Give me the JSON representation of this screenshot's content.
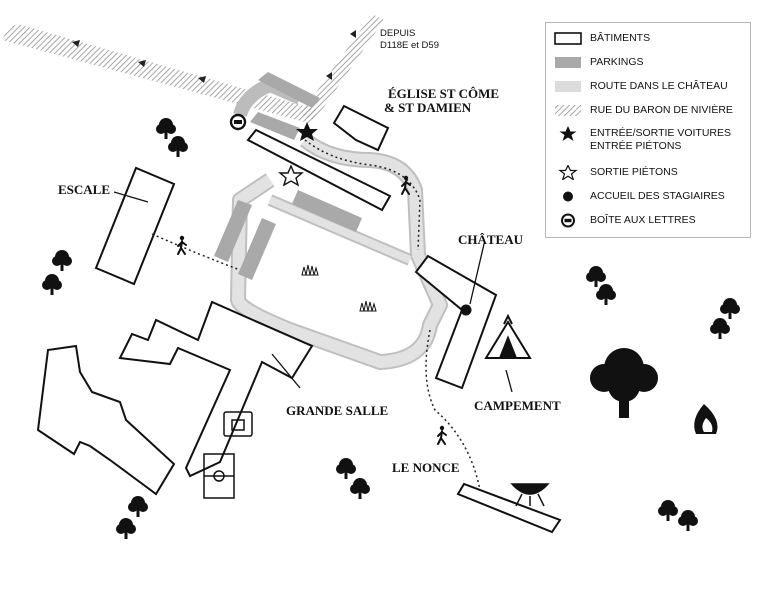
{
  "labels": {
    "depuis": "DEPUIS",
    "roads": "D118E et D59",
    "church_line1": "ÉGLISE ST CÔME",
    "church_line2": "& ST DAMIEN",
    "escale": "ESCALE",
    "chateau": "CHÂTEAU",
    "grande_salle": "GRANDE SALLE",
    "campement": "CAMPEMENT",
    "le_nonce": "LE NONCE"
  },
  "legend": {
    "items": [
      {
        "label": "BÂTIMENTS",
        "icon": "building-outline-icon"
      },
      {
        "label": "PARKINGS",
        "icon": "parking-swatch-icon"
      },
      {
        "label": "ROUTE DANS LE CHÂTEAU",
        "icon": "internal-road-swatch-icon"
      },
      {
        "label": "RUE DU BARON DE NIVIÈRE",
        "icon": "hatched-street-icon"
      },
      {
        "label": "ENTRÉE/SORTIE VOITURES",
        "label2": "ENTRÉE PIÉTONS",
        "icon": "filled-star-icon"
      },
      {
        "label": "SORTIE PIÉTONS",
        "icon": "outline-star-icon"
      },
      {
        "label": "ACCUEIL DES STAGIAIRES",
        "icon": "filled-dot-icon"
      },
      {
        "label": "BOÎTE AUX LETTRES",
        "icon": "mailbox-icon"
      }
    ]
  },
  "colors": {
    "building_stroke": "#111111",
    "parking": "#a9a9a9",
    "internal_road": "#dcdcdc",
    "road_outline": "#bdbdbd",
    "street_hatch": "#9a9a9a",
    "ink": "#111111"
  }
}
